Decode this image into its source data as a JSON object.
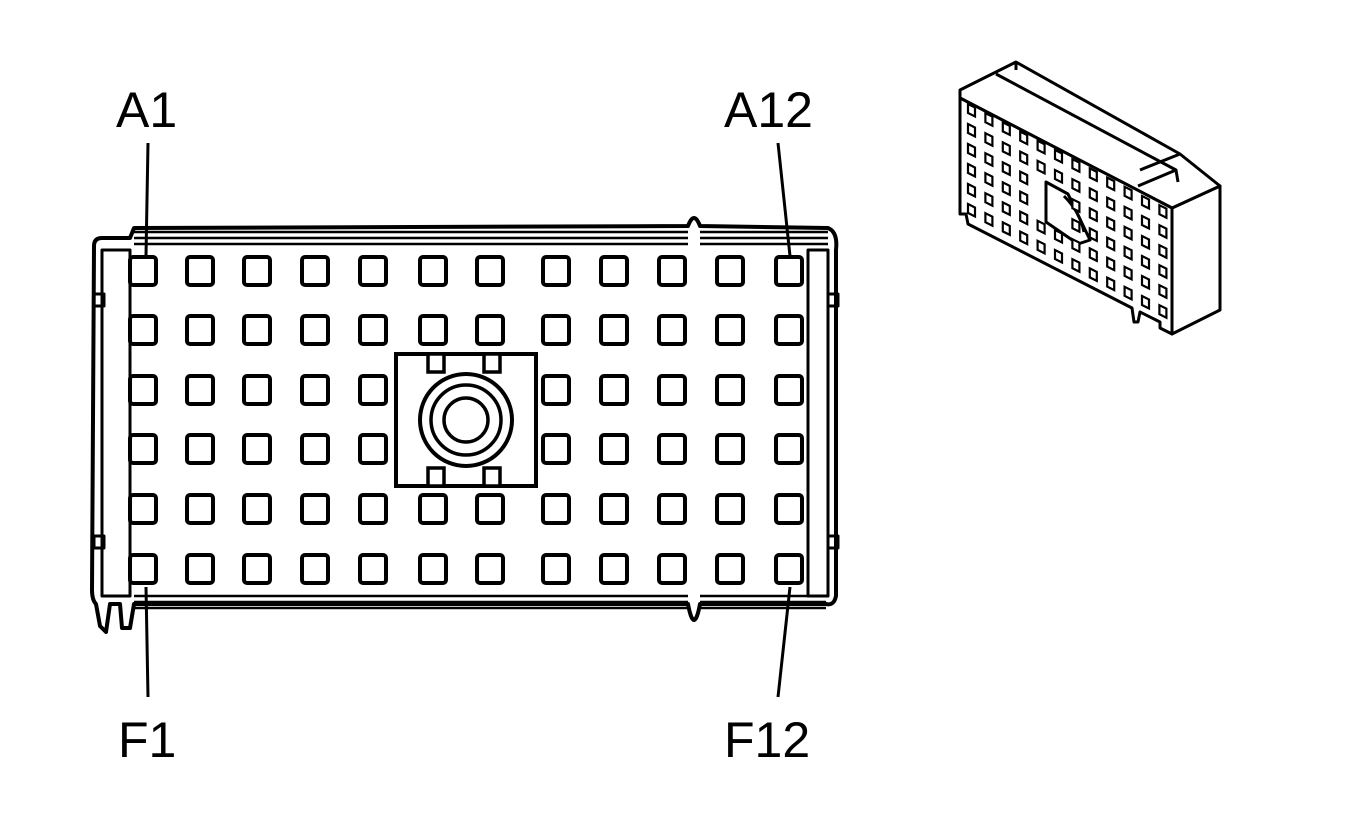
{
  "labels": {
    "top_left": "A1",
    "top_right": "A12",
    "bottom_left": "F1",
    "bottom_right": "F12"
  },
  "connector": {
    "rows": 6,
    "columns": 12,
    "center_block_columns": [
      6,
      7
    ],
    "center_block_rows": [
      3,
      4
    ]
  },
  "colors": {
    "line": "#000000",
    "background": "#ffffff"
  }
}
